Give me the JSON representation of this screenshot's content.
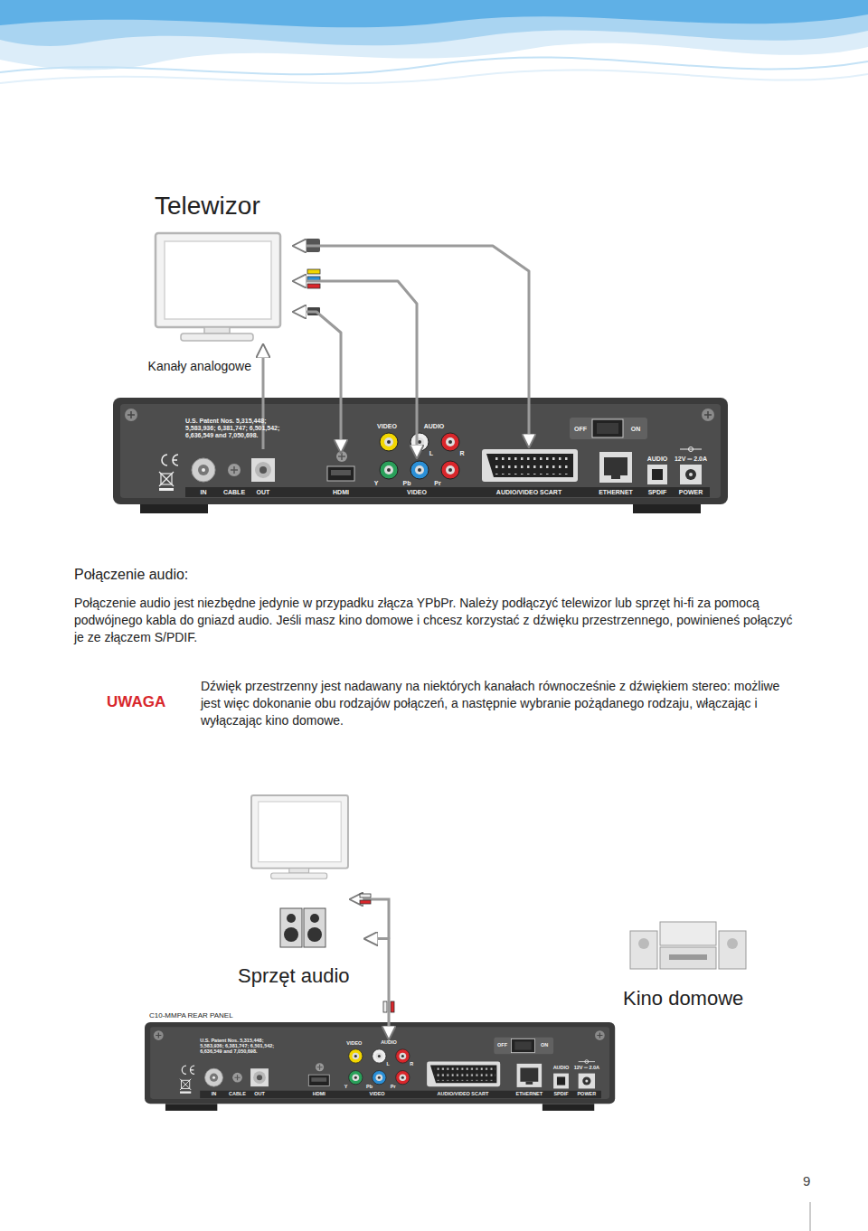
{
  "diagram": {
    "nodes": [
      {
        "text": [
          "Telewizor"
        ]
      },
      {
        "text": [
          "OUT"
        ]
      },
      {
        "text": [
          "HDMI"
        ]
      },
      {
        "text": [
          "VIDEO"
        ]
      },
      {
        "text": [
          "AUDIO/VIDEO SCART"
        ]
      },
      {
        "text": [
          "Sprzęt audio"
        ]
      },
      {
        "text": [
          "Kino domowe"
        ]
      },
      {
        "text": [
          "AUDIO"
        ]
      }
    ],
    "edges": [
      {
        "from": 1,
        "to": 0,
        "arrow": "to"
      },
      {
        "from": 0,
        "to": 2,
        "arrow": "both"
      },
      {
        "from": 0,
        "to": 3,
        "arrow": "both"
      },
      {
        "from": 0,
        "to": 4,
        "arrow": "both"
      },
      {
        "from": 7,
        "to": 5,
        "arrow": "both"
      }
    ],
    "labels": [
      "Kanały analogowe",
      "U.S. Patent Nos. 5,315,448; 5,583,936; 6,381,747; 6,501,542; 6,636,549 and 7,050,698.",
      "IN",
      "CABLE",
      "VIDEO",
      "AUDIO",
      "L",
      "R",
      "Y",
      "Pb",
      "Pr",
      "OFF",
      "ON",
      "ETHERNET",
      "AUDIO",
      "SPDIF",
      "12V ═ 2.0A",
      "POWER",
      "Połączenie audio:",
      "Połączenie audio jest niezbędne jedynie w przypadku złącza YPbPr. Należy podłączyć telewizor lub sprzęt hi-fi za pomocą podwójnego kabla do gniazd audio. Jeśli masz kino domowe i chcesz korzystać z dźwięku przestrzennego, powinieneś połączyć je ze złączem S/PDIF.",
      "UWAGA",
      "Dźwięk przestrzenny jest nadawany na niektórych kanałach równocześnie z dźwiękiem stereo: możliwe jest więc dokonanie obu rodzajów połączeń, a następnie wybranie pożądanego rodzaju, włączając i wyłączając kino domowe.",
      "C10-MMPA REAR PANEL",
      "U.S. Patent Nos. 5,315,448; 5,583,936; 6,381,747; 6,501,542; 6,636,549 and 7,050,698.",
      "IN",
      "CABLE",
      "OUT",
      "HDMI",
      "VIDEO",
      "L",
      "R",
      "Y",
      "Pb",
      "Pr",
      "VIDEO",
      "AUDIO/VIDEO SCART",
      "OFF",
      "ON",
      "ETHERNET",
      "AUDIO",
      "SPDIF",
      "12V ═ 2.0A",
      "POWER",
      "9"
    ]
  }
}
